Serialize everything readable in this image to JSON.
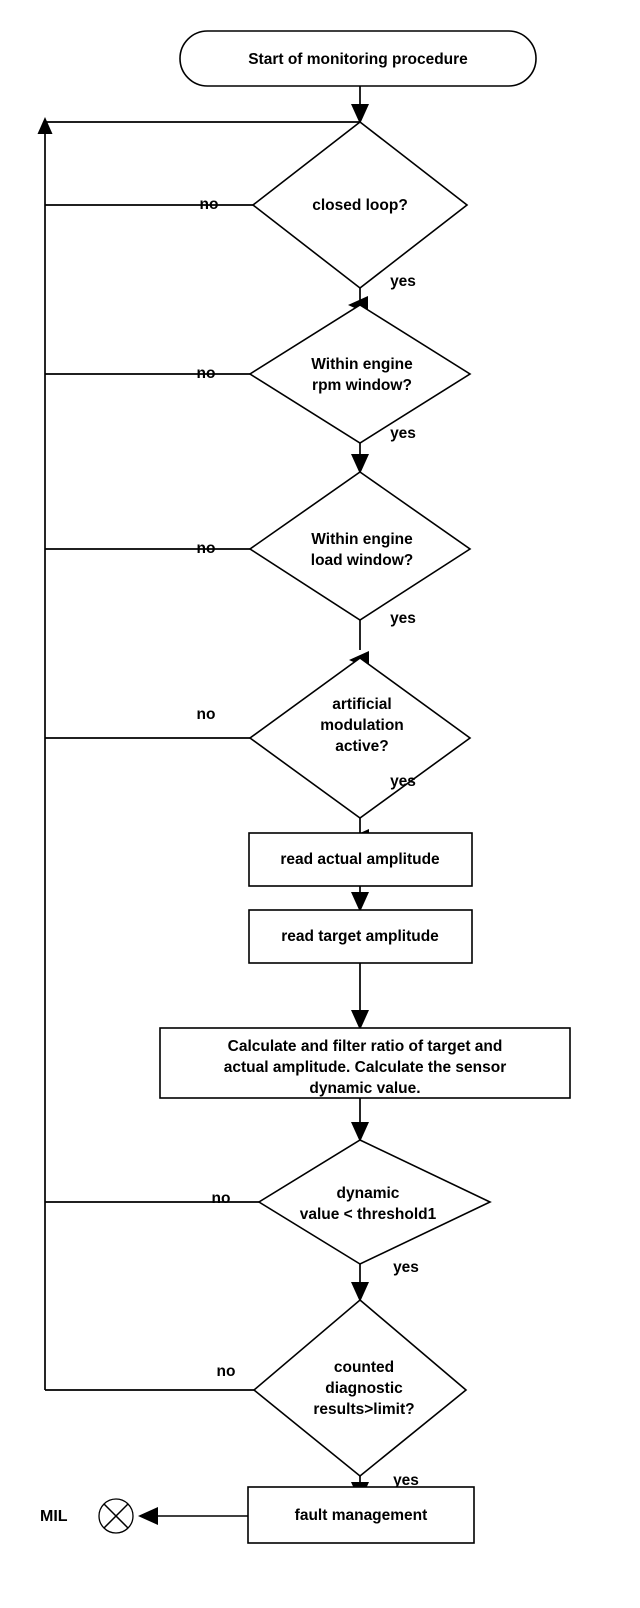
{
  "diagram": {
    "title": "Monitoring procedure flowchart",
    "type": "flowchart",
    "colors": {
      "stroke": "#000000",
      "fill": "#ffffff",
      "text": "#000000"
    },
    "nodes": {
      "start": {
        "shape": "rounded-terminal",
        "label": "Start of monitoring procedure"
      },
      "decision_closed_loop": {
        "shape": "diamond",
        "line1": "closed loop?",
        "line2": "",
        "line3": ""
      },
      "decision_rpm_window": {
        "shape": "diamond",
        "line1": "Within engine",
        "line2": "rpm window?",
        "line3": ""
      },
      "decision_load_window": {
        "shape": "diamond",
        "line1": "Within engine",
        "line2": "load window?",
        "line3": ""
      },
      "decision_modulation": {
        "shape": "diamond",
        "line1": "artificial",
        "line2": "modulation",
        "line3": "active?"
      },
      "process_read_actual": {
        "shape": "rectangle",
        "label": "read actual amplitude"
      },
      "process_read_target": {
        "shape": "rectangle",
        "label": "read target amplitude"
      },
      "process_calculate": {
        "shape": "rectangle",
        "line1": "Calculate and filter ratio of  target  and",
        "line2": "actual amplitude. Calculate the sensor",
        "line3": "dynamic value."
      },
      "decision_threshold": {
        "shape": "diamond",
        "line1": "dynamic",
        "line2": "value < threshold1",
        "line3": ""
      },
      "decision_counter": {
        "shape": "diamond",
        "line1": "counted",
        "line2": "diagnostic",
        "line3": "results>limit?"
      },
      "process_fault_management": {
        "shape": "rectangle",
        "label": "fault management"
      },
      "mil_indicator": {
        "shape": "circle-with-cross",
        "label": "MIL"
      }
    },
    "edge_labels": {
      "closed_loop_no": "no",
      "closed_loop_yes": "yes",
      "rpm_no": "no",
      "rpm_yes": "yes",
      "load_no": "no",
      "load_yes": "yes",
      "modulation_no": "no",
      "modulation_yes": "yes",
      "threshold_no": "no",
      "threshold_yes": "yes",
      "counter_no": "no",
      "counter_yes": "yes"
    }
  }
}
